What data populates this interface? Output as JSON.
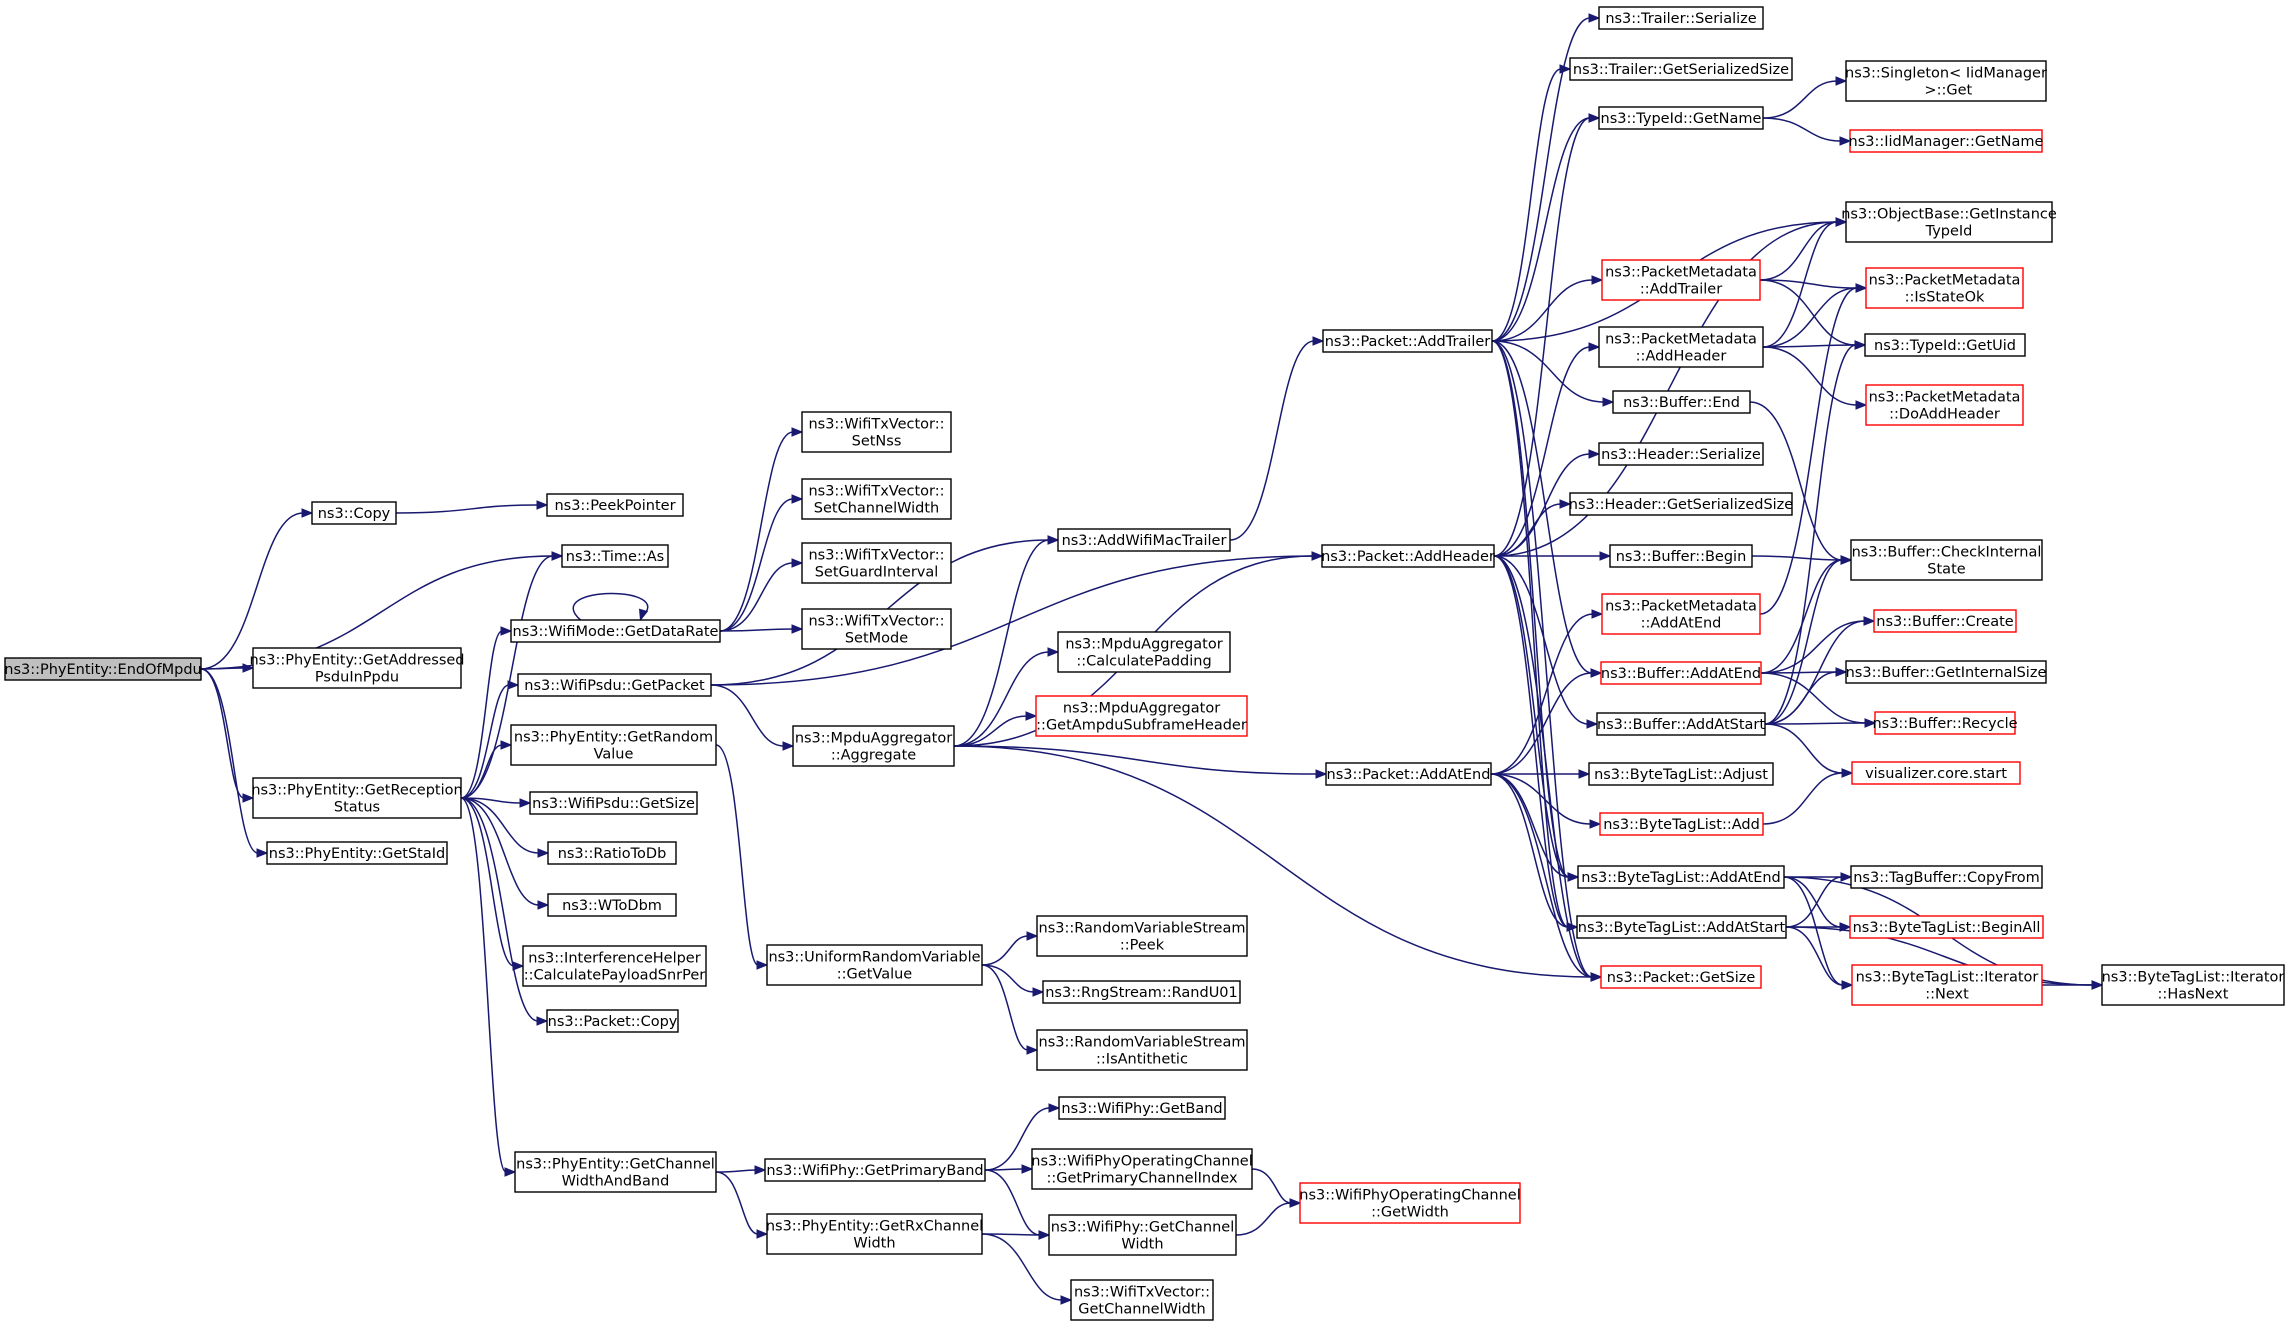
{
  "colors": {
    "edge": "#191970",
    "box_normal": "#000000",
    "box_truncated": "#ff0000",
    "root_fill": "#bfbfbf",
    "fill": "#ffffff"
  },
  "nodes": [
    {
      "id": "endofmpdu",
      "lines": [
        "ns3::PhyEntity::EndOfMpdu"
      ],
      "style": "root"
    },
    {
      "id": "copy",
      "lines": [
        "ns3::Copy"
      ],
      "style": "normal"
    },
    {
      "id": "peekpointer",
      "lines": [
        "ns3::PeekPointer"
      ],
      "style": "normal"
    },
    {
      "id": "timeas",
      "lines": [
        "ns3::Time::As"
      ],
      "style": "normal"
    },
    {
      "id": "getaddressed",
      "lines": [
        "ns3::PhyEntity::GetAddressed",
        "PsduInPpdu"
      ],
      "style": "normal"
    },
    {
      "id": "getreception",
      "lines": [
        "ns3::PhyEntity::GetReception",
        "Status"
      ],
      "style": "normal"
    },
    {
      "id": "getstaid",
      "lines": [
        "ns3::PhyEntity::GetStaId"
      ],
      "style": "normal"
    },
    {
      "id": "getdatarate",
      "lines": [
        "ns3::WifiMode::GetDataRate"
      ],
      "style": "normal"
    },
    {
      "id": "getpacket",
      "lines": [
        "ns3::WifiPsdu::GetPacket"
      ],
      "style": "normal"
    },
    {
      "id": "getrandom",
      "lines": [
        "ns3::PhyEntity::GetRandom",
        "Value"
      ],
      "style": "normal"
    },
    {
      "id": "psdugetsize",
      "lines": [
        "ns3::WifiPsdu::GetSize"
      ],
      "style": "normal"
    },
    {
      "id": "ratiotodb",
      "lines": [
        "ns3::RatioToDb"
      ],
      "style": "normal"
    },
    {
      "id": "wtodbm",
      "lines": [
        "ns3::WToDbm"
      ],
      "style": "normal"
    },
    {
      "id": "calcsnr",
      "lines": [
        "ns3::InterferenceHelper",
        "::CalculatePayloadSnrPer"
      ],
      "style": "normal"
    },
    {
      "id": "packetcopy",
      "lines": [
        "ns3::Packet::Copy"
      ],
      "style": "normal"
    },
    {
      "id": "getchannelwidthandband",
      "lines": [
        "ns3::PhyEntity::GetChannel",
        "WidthAndBand"
      ],
      "style": "normal"
    },
    {
      "id": "setnss",
      "lines": [
        "ns3::WifiTxVector::",
        "SetNss"
      ],
      "style": "normal"
    },
    {
      "id": "setchannelwidth",
      "lines": [
        "ns3::WifiTxVector::",
        "SetChannelWidth"
      ],
      "style": "normal"
    },
    {
      "id": "setguardinterval",
      "lines": [
        "ns3::WifiTxVector::",
        "SetGuardInterval"
      ],
      "style": "normal"
    },
    {
      "id": "setmode",
      "lines": [
        "ns3::WifiTxVector::",
        "SetMode"
      ],
      "style": "normal"
    },
    {
      "id": "addwifimactrailer",
      "lines": [
        "ns3::AddWifiMacTrailer"
      ],
      "style": "normal"
    },
    {
      "id": "aggregate",
      "lines": [
        "ns3::MpduAggregator",
        "::Aggregate"
      ],
      "style": "normal"
    },
    {
      "id": "calcpadding",
      "lines": [
        "ns3::MpduAggregator",
        "::CalculatePadding"
      ],
      "style": "normal"
    },
    {
      "id": "getampdusubframe",
      "lines": [
        "ns3::MpduAggregator",
        "::GetAmpduSubframeHeader"
      ],
      "style": "red"
    },
    {
      "id": "uniformgetvalue",
      "lines": [
        "ns3::UniformRandomVariable",
        "::GetValue"
      ],
      "style": "normal"
    },
    {
      "id": "rvspeek",
      "lines": [
        "ns3::RandomVariableStream",
        "::Peek"
      ],
      "style": "normal"
    },
    {
      "id": "randu01",
      "lines": [
        "ns3::RngStream::RandU01"
      ],
      "style": "normal"
    },
    {
      "id": "isantithetic",
      "lines": [
        "ns3::RandomVariableStream",
        "::IsAntithetic"
      ],
      "style": "normal"
    },
    {
      "id": "getband",
      "lines": [
        "ns3::WifiPhy::GetBand"
      ],
      "style": "normal"
    },
    {
      "id": "getprimaryband",
      "lines": [
        "ns3::WifiPhy::GetPrimaryBand"
      ],
      "style": "normal"
    },
    {
      "id": "getprimarychannelindex",
      "lines": [
        "ns3::WifiPhyOperatingChannel",
        "::GetPrimaryChannelIndex"
      ],
      "style": "normal"
    },
    {
      "id": "opchangetwidth",
      "lines": [
        "ns3::WifiPhyOperatingChannel",
        "::GetWidth"
      ],
      "style": "red"
    },
    {
      "id": "getrxchannelwidth",
      "lines": [
        "ns3::PhyEntity::GetRxChannel",
        "Width"
      ],
      "style": "normal"
    },
    {
      "id": "phygetchannelwidth",
      "lines": [
        "ns3::WifiPhy::GetChannel",
        "Width"
      ],
      "style": "normal"
    },
    {
      "id": "txgetchannelwidth",
      "lines": [
        "ns3::WifiTxVector::",
        "GetChannelWidth"
      ],
      "style": "normal"
    },
    {
      "id": "addtrailer",
      "lines": [
        "ns3::Packet::AddTrailer"
      ],
      "style": "normal"
    },
    {
      "id": "addheader",
      "lines": [
        "ns3::Packet::AddHeader"
      ],
      "style": "normal"
    },
    {
      "id": "packetaddatend",
      "lines": [
        "ns3::Packet::AddAtEnd"
      ],
      "style": "normal"
    },
    {
      "id": "trailerserialize",
      "lines": [
        "ns3::Trailer::Serialize"
      ],
      "style": "normal"
    },
    {
      "id": "trailergetsize",
      "lines": [
        "ns3::Trailer::GetSerializedSize"
      ],
      "style": "normal"
    },
    {
      "id": "typeidgetname",
      "lines": [
        "ns3::TypeId::GetName"
      ],
      "style": "normal"
    },
    {
      "id": "singletonget",
      "lines": [
        "ns3::Singleton< IidManager",
        " >::Get"
      ],
      "style": "normal"
    },
    {
      "id": "iidgetname",
      "lines": [
        "ns3::IidManager::GetName"
      ],
      "style": "red"
    },
    {
      "id": "getinstancetypeid",
      "lines": [
        "ns3::ObjectBase::GetInstance",
        "TypeId"
      ],
      "style": "normal"
    },
    {
      "id": "pmaddtrailer",
      "lines": [
        "ns3::PacketMetadata",
        "::AddTrailer"
      ],
      "style": "red"
    },
    {
      "id": "pmisstateok",
      "lines": [
        "ns3::PacketMetadata",
        "::IsStateOk"
      ],
      "style": "red"
    },
    {
      "id": "pmaddheader",
      "lines": [
        "ns3::PacketMetadata",
        "::AddHeader"
      ],
      "style": "normal"
    },
    {
      "id": "typeidgetuid",
      "lines": [
        "ns3::TypeId::GetUid"
      ],
      "style": "normal"
    },
    {
      "id": "pmdoaddheader",
      "lines": [
        "ns3::PacketMetadata",
        "::DoAddHeader"
      ],
      "style": "red"
    },
    {
      "id": "bufferend",
      "lines": [
        "ns3::Buffer::End"
      ],
      "style": "normal"
    },
    {
      "id": "headerserialize",
      "lines": [
        "ns3::Header::Serialize"
      ],
      "style": "normal"
    },
    {
      "id": "headergetsize",
      "lines": [
        "ns3::Header::GetSerializedSize"
      ],
      "style": "normal"
    },
    {
      "id": "bufferbegin",
      "lines": [
        "ns3::Buffer::Begin"
      ],
      "style": "normal"
    },
    {
      "id": "checkinternal",
      "lines": [
        "ns3::Buffer::CheckInternal",
        "State"
      ],
      "style": "normal"
    },
    {
      "id": "pmaddatend",
      "lines": [
        "ns3::PacketMetadata",
        "::AddAtEnd"
      ],
      "style": "red"
    },
    {
      "id": "buffercreate",
      "lines": [
        "ns3::Buffer::Create"
      ],
      "style": "red"
    },
    {
      "id": "bufferaddatend",
      "lines": [
        "ns3::Buffer::AddAtEnd"
      ],
      "style": "red"
    },
    {
      "id": "getinternalsize",
      "lines": [
        "ns3::Buffer::GetInternalSize"
      ],
      "style": "normal"
    },
    {
      "id": "bufferaddatstart",
      "lines": [
        "ns3::Buffer::AddAtStart"
      ],
      "style": "normal"
    },
    {
      "id": "bufferrecycle",
      "lines": [
        "ns3::Buffer::Recycle"
      ],
      "style": "red"
    },
    {
      "id": "visualizerstart",
      "lines": [
        "visualizer.core.start"
      ],
      "style": "red"
    },
    {
      "id": "btladjust",
      "lines": [
        "ns3::ByteTagList::Adjust"
      ],
      "style": "normal"
    },
    {
      "id": "btladd",
      "lines": [
        "ns3::ByteTagList::Add"
      ],
      "style": "red"
    },
    {
      "id": "btladdatend",
      "lines": [
        "ns3::ByteTagList::AddAtEnd"
      ],
      "style": "normal"
    },
    {
      "id": "copyfrom",
      "lines": [
        "ns3::TagBuffer::CopyFrom"
      ],
      "style": "normal"
    },
    {
      "id": "btladdatstart",
      "lines": [
        "ns3::ByteTagList::AddAtStart"
      ],
      "style": "normal"
    },
    {
      "id": "beginall",
      "lines": [
        "ns3::ByteTagList::BeginAll"
      ],
      "style": "red"
    },
    {
      "id": "packetgetsize",
      "lines": [
        "ns3::Packet::GetSize"
      ],
      "style": "red"
    },
    {
      "id": "iteratornext",
      "lines": [
        "ns3::ByteTagList::Iterator",
        "::Next"
      ],
      "style": "red"
    },
    {
      "id": "hasnext",
      "lines": [
        "ns3::ByteTagList::Iterator",
        "::HasNext"
      ],
      "style": "normal"
    }
  ],
  "edges": [
    [
      "endofmpdu",
      "copy"
    ],
    [
      "copy",
      "peekpointer"
    ],
    [
      "endofmpdu",
      "timeas"
    ],
    [
      "endofmpdu",
      "getaddressed"
    ],
    [
      "endofmpdu",
      "getreception"
    ],
    [
      "endofmpdu",
      "getstaid"
    ],
    [
      "getreception",
      "timeas"
    ],
    [
      "getreception",
      "getdatarate"
    ],
    [
      "getreception",
      "getpacket"
    ],
    [
      "getreception",
      "getrandom"
    ],
    [
      "getreception",
      "psdugetsize"
    ],
    [
      "getreception",
      "ratiotodb"
    ],
    [
      "getreception",
      "wtodbm"
    ],
    [
      "getreception",
      "calcsnr"
    ],
    [
      "getreception",
      "packetcopy"
    ],
    [
      "getreception",
      "getchannelwidthandband"
    ],
    [
      "getdatarate",
      "getdatarate"
    ],
    [
      "getdatarate",
      "setnss"
    ],
    [
      "getdatarate",
      "setchannelwidth"
    ],
    [
      "getdatarate",
      "setguardinterval"
    ],
    [
      "getdatarate",
      "setmode"
    ],
    [
      "getpacket",
      "addwifimactrailer"
    ],
    [
      "getpacket",
      "aggregate"
    ],
    [
      "getpacket",
      "addheader"
    ],
    [
      "getrandom",
      "uniformgetvalue"
    ],
    [
      "uniformgetvalue",
      "rvspeek"
    ],
    [
      "uniformgetvalue",
      "randu01"
    ],
    [
      "uniformgetvalue",
      "isantithetic"
    ],
    [
      "getchannelwidthandband",
      "getprimaryband"
    ],
    [
      "getchannelwidthandband",
      "getrxchannelwidth"
    ],
    [
      "getprimaryband",
      "getband"
    ],
    [
      "getprimaryband",
      "getprimarychannelindex"
    ],
    [
      "getprimaryband",
      "phygetchannelwidth"
    ],
    [
      "getprimarychannelindex",
      "opchangetwidth"
    ],
    [
      "phygetchannelwidth",
      "opchangetwidth"
    ],
    [
      "getrxchannelwidth",
      "phygetchannelwidth"
    ],
    [
      "getrxchannelwidth",
      "txgetchannelwidth"
    ],
    [
      "aggregate",
      "addwifimactrailer"
    ],
    [
      "aggregate",
      "calcpadding"
    ],
    [
      "aggregate",
      "getampdusubframe"
    ],
    [
      "aggregate",
      "addheader"
    ],
    [
      "aggregate",
      "packetaddatend"
    ],
    [
      "aggregate",
      "packetgetsize"
    ],
    [
      "addwifimactrailer",
      "addtrailer"
    ],
    [
      "addtrailer",
      "trailerserialize"
    ],
    [
      "addtrailer",
      "trailergetsize"
    ],
    [
      "addtrailer",
      "typeidgetname"
    ],
    [
      "addtrailer",
      "getinstancetypeid"
    ],
    [
      "addtrailer",
      "pmaddtrailer"
    ],
    [
      "addtrailer",
      "bufferend"
    ],
    [
      "addtrailer",
      "bufferaddatend"
    ],
    [
      "addtrailer",
      "btladdatend"
    ],
    [
      "addtrailer",
      "btladdatstart"
    ],
    [
      "addtrailer",
      "packetgetsize"
    ],
    [
      "addheader",
      "typeidgetname"
    ],
    [
      "addheader",
      "getinstancetypeid"
    ],
    [
      "addheader",
      "pmaddheader"
    ],
    [
      "addheader",
      "headerserialize"
    ],
    [
      "addheader",
      "headergetsize"
    ],
    [
      "addheader",
      "bufferbegin"
    ],
    [
      "addheader",
      "bufferaddatstart"
    ],
    [
      "addheader",
      "btladdatend"
    ],
    [
      "addheader",
      "btladdatstart"
    ],
    [
      "addheader",
      "packetgetsize"
    ],
    [
      "packetaddatend",
      "pmaddatend"
    ],
    [
      "packetaddatend",
      "bufferaddatend"
    ],
    [
      "packetaddatend",
      "btladjust"
    ],
    [
      "packetaddatend",
      "btladd"
    ],
    [
      "packetaddatend",
      "btladdatend"
    ],
    [
      "packetaddatend",
      "btladdatstart"
    ],
    [
      "packetaddatend",
      "packetgetsize"
    ],
    [
      "typeidgetname",
      "singletonget"
    ],
    [
      "typeidgetname",
      "iidgetname"
    ],
    [
      "pmaddtrailer",
      "getinstancetypeid"
    ],
    [
      "pmaddtrailer",
      "pmisstateok"
    ],
    [
      "pmaddtrailer",
      "typeidgetuid"
    ],
    [
      "pmaddheader",
      "getinstancetypeid"
    ],
    [
      "pmaddheader",
      "pmisstateok"
    ],
    [
      "pmaddheader",
      "typeidgetuid"
    ],
    [
      "pmaddheader",
      "pmdoaddheader"
    ],
    [
      "bufferend",
      "checkinternal"
    ],
    [
      "bufferbegin",
      "checkinternal"
    ],
    [
      "pmaddatend",
      "pmisstateok"
    ],
    [
      "bufferaddatend",
      "checkinternal"
    ],
    [
      "bufferaddatend",
      "buffercreate"
    ],
    [
      "bufferaddatend",
      "getinternalsize"
    ],
    [
      "bufferaddatend",
      "bufferrecycle"
    ],
    [
      "bufferaddatstart",
      "checkinternal"
    ],
    [
      "bufferaddatstart",
      "buffercreate"
    ],
    [
      "bufferaddatstart",
      "getinternalsize"
    ],
    [
      "bufferaddatstart",
      "bufferrecycle"
    ],
    [
      "bufferaddatstart",
      "typeidgetuid"
    ],
    [
      "bufferaddatstart",
      "visualizerstart"
    ],
    [
      "btladd",
      "visualizerstart"
    ],
    [
      "btladdatend",
      "copyfrom"
    ],
    [
      "btladdatend",
      "beginall"
    ],
    [
      "btladdatend",
      "iteratornext"
    ],
    [
      "btladdatend",
      "hasnext"
    ],
    [
      "btladdatstart",
      "copyfrom"
    ],
    [
      "btladdatstart",
      "beginall"
    ],
    [
      "btladdatstart",
      "iteratornext"
    ],
    [
      "btladdatstart",
      "hasnext"
    ],
    [
      "iteratornext",
      "hasnext"
    ]
  ]
}
